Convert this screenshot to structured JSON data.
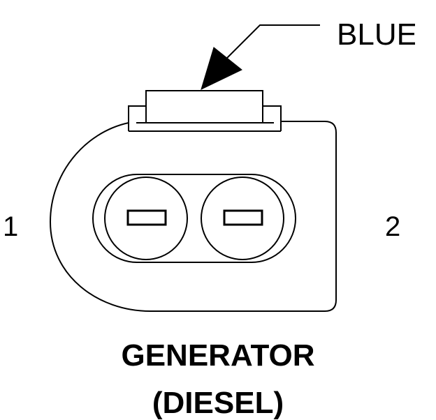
{
  "wire_label": "BLUE",
  "pin_labels": [
    "1",
    "2"
  ],
  "title": "GENERATOR",
  "subtitle": "(DIESEL)",
  "colors": {
    "line": "#000000",
    "background": "#ffffff"
  }
}
